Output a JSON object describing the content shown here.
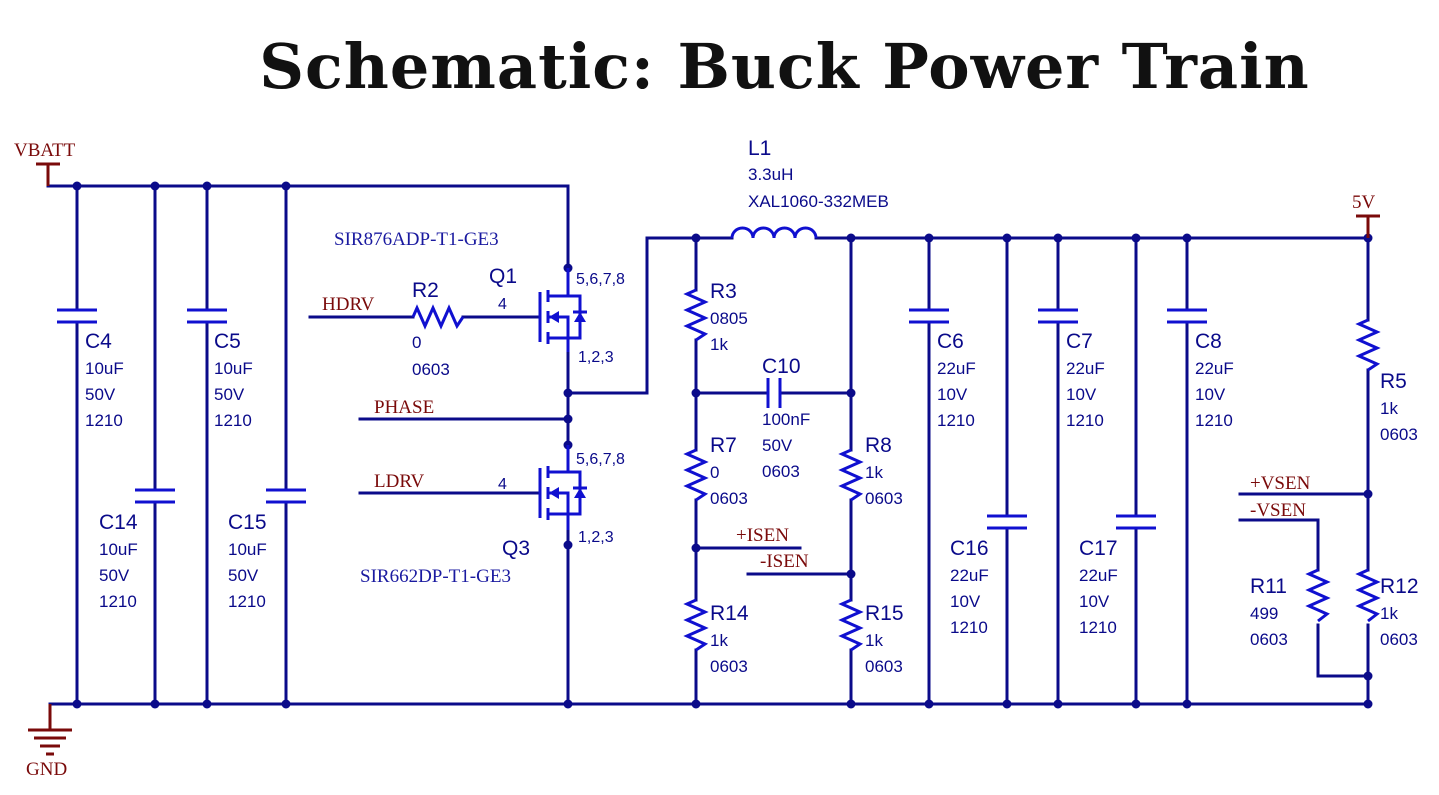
{
  "title": "Schematic: Buck Power Train",
  "nets": {
    "vbatt": "VBATT",
    "gnd": "GND",
    "v5": "5V",
    "hdrv": "HDRV",
    "phase": "PHASE",
    "ldrv": "LDRV",
    "isen_p": "+ISEN",
    "isen_n": "-ISEN",
    "vsen_p": "+VSEN",
    "vsen_n": "-VSEN"
  },
  "components": {
    "c4": {
      "ref": "C4",
      "lines": [
        "10uF",
        "50V",
        "1210"
      ]
    },
    "c14": {
      "ref": "C14",
      "lines": [
        "10uF",
        "50V",
        "1210"
      ]
    },
    "c5": {
      "ref": "C5",
      "lines": [
        "10uF",
        "50V",
        "1210"
      ]
    },
    "c15": {
      "ref": "C15",
      "lines": [
        "10uF",
        "50V",
        "1210"
      ]
    },
    "r2": {
      "ref": "R2",
      "lines": [
        "0",
        "0603"
      ]
    },
    "q1": {
      "ref": "Q1",
      "part": "SIR876ADP-T1-GE3",
      "gate_pin": "4",
      "drain_pins": "5,6,7,8",
      "source_pins": "1,2,3"
    },
    "q3": {
      "ref": "Q3",
      "part": "SIR662DP-T1-GE3",
      "gate_pin": "4",
      "drain_pins": "5,6,7,8",
      "source_pins": "1,2,3"
    },
    "l1": {
      "ref": "L1",
      "value": "3.3uH",
      "part": "XAL1060-332MEB"
    },
    "r3": {
      "ref": "R3",
      "lines": [
        "0805",
        "1k"
      ]
    },
    "c10": {
      "ref": "C10",
      "lines": [
        "100nF",
        "50V",
        "0603"
      ]
    },
    "r7": {
      "ref": "R7",
      "lines": [
        "0",
        "0603"
      ]
    },
    "r8": {
      "ref": "R8",
      "lines": [
        "1k",
        "0603"
      ]
    },
    "r14": {
      "ref": "R14",
      "lines": [
        "1k",
        "0603"
      ]
    },
    "r15": {
      "ref": "R15",
      "lines": [
        "1k",
        "0603"
      ]
    },
    "c6": {
      "ref": "C6",
      "lines": [
        "22uF",
        "10V",
        "1210"
      ]
    },
    "c16": {
      "ref": "C16",
      "lines": [
        "22uF",
        "10V",
        "1210"
      ]
    },
    "c7": {
      "ref": "C7",
      "lines": [
        "22uF",
        "10V",
        "1210"
      ]
    },
    "c17": {
      "ref": "C17",
      "lines": [
        "22uF",
        "10V",
        "1210"
      ]
    },
    "c8": {
      "ref": "C8",
      "lines": [
        "22uF",
        "10V",
        "1210"
      ]
    },
    "r5": {
      "ref": "R5",
      "lines": [
        "1k",
        "0603"
      ]
    },
    "r11": {
      "ref": "R11",
      "lines": [
        "499",
        "0603"
      ]
    },
    "r12": {
      "ref": "R12",
      "lines": [
        "1k",
        "0603"
      ]
    }
  }
}
